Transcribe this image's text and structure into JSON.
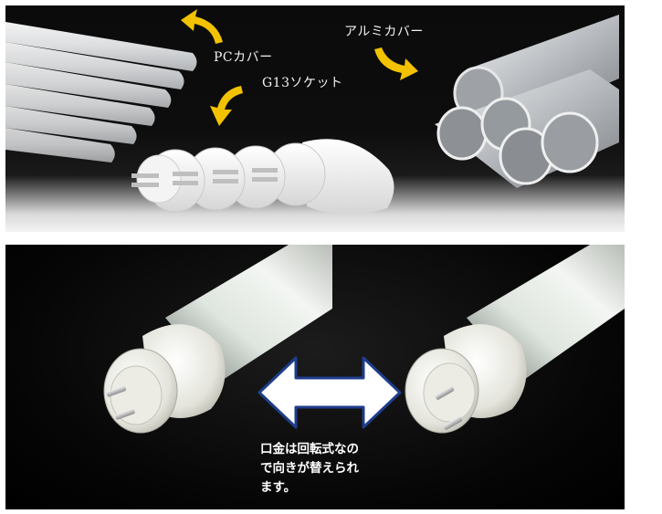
{
  "top_panel": {
    "labels": {
      "pc_cover": "PCカバー",
      "g13_socket": "G13ソケット",
      "aluminum_cover": "アルミカバー"
    }
  },
  "bottom_panel": {
    "caption_lines": [
      "口金は回転式なの",
      "で向きが替えられ",
      "ます。"
    ]
  },
  "colors": {
    "arrow_yellow": "#f2c200",
    "background_dark": "#0b0b0b",
    "double_arrow_fill": "#ffffff",
    "double_arrow_outline": "#1e3d8c"
  },
  "icons": [
    "curved-arrow-icon",
    "double-headed-arrow-icon"
  ]
}
